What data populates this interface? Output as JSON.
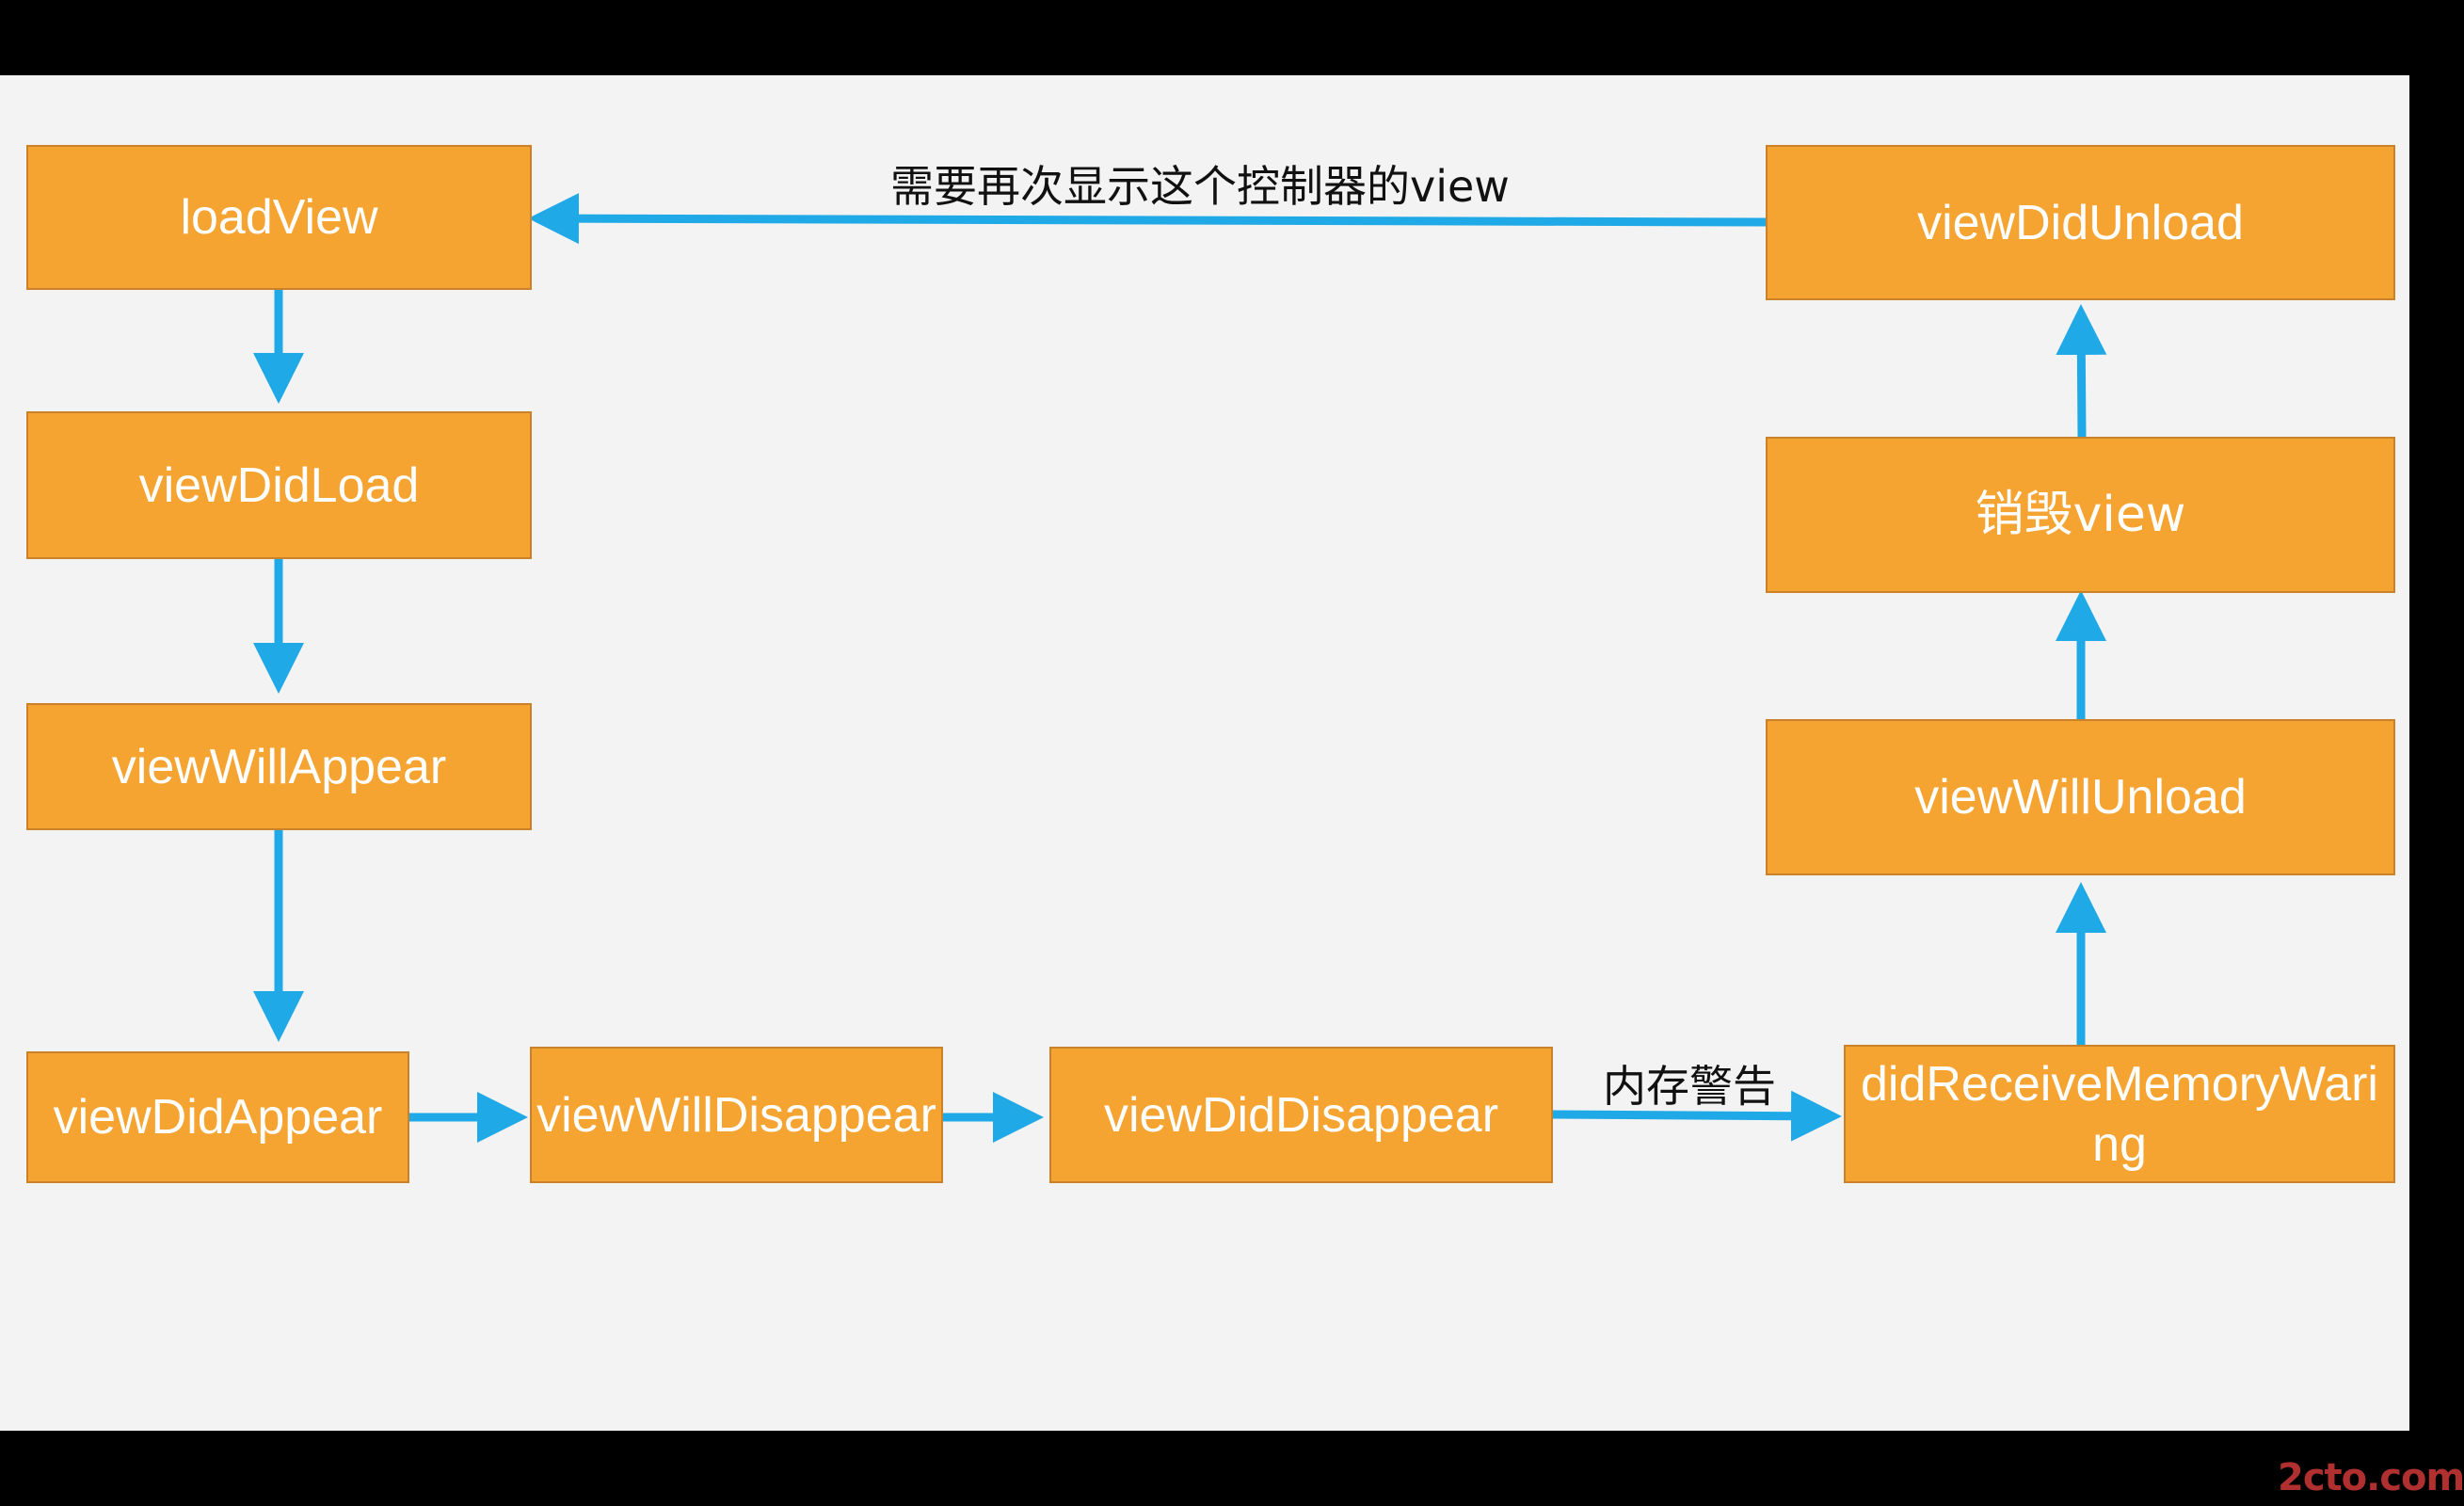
{
  "nodes": {
    "load_view": "loadView",
    "view_did_load": "viewDidLoad",
    "view_will_appear": "viewWillAppear",
    "view_did_appear": "viewDidAppear",
    "view_will_disappear": "viewWillDisappear",
    "view_did_disappear": "viewDidDisappear",
    "did_receive_memory_warning": "didReceiveMemoryWaring",
    "view_will_unload": "viewWillUnload",
    "destroy_view": "销毁view",
    "view_did_unload": "viewDidUnload"
  },
  "edge_labels": {
    "redisplay": "需要再次显示这个控制器的view",
    "memory_warning": "内存警告"
  },
  "watermark": "2cto.com",
  "colors": {
    "box_fill": "#f5a331",
    "box_border": "#c9822a",
    "arrow": "#1fa9e6",
    "background": "#f3f3f3",
    "frame": "#000000"
  }
}
